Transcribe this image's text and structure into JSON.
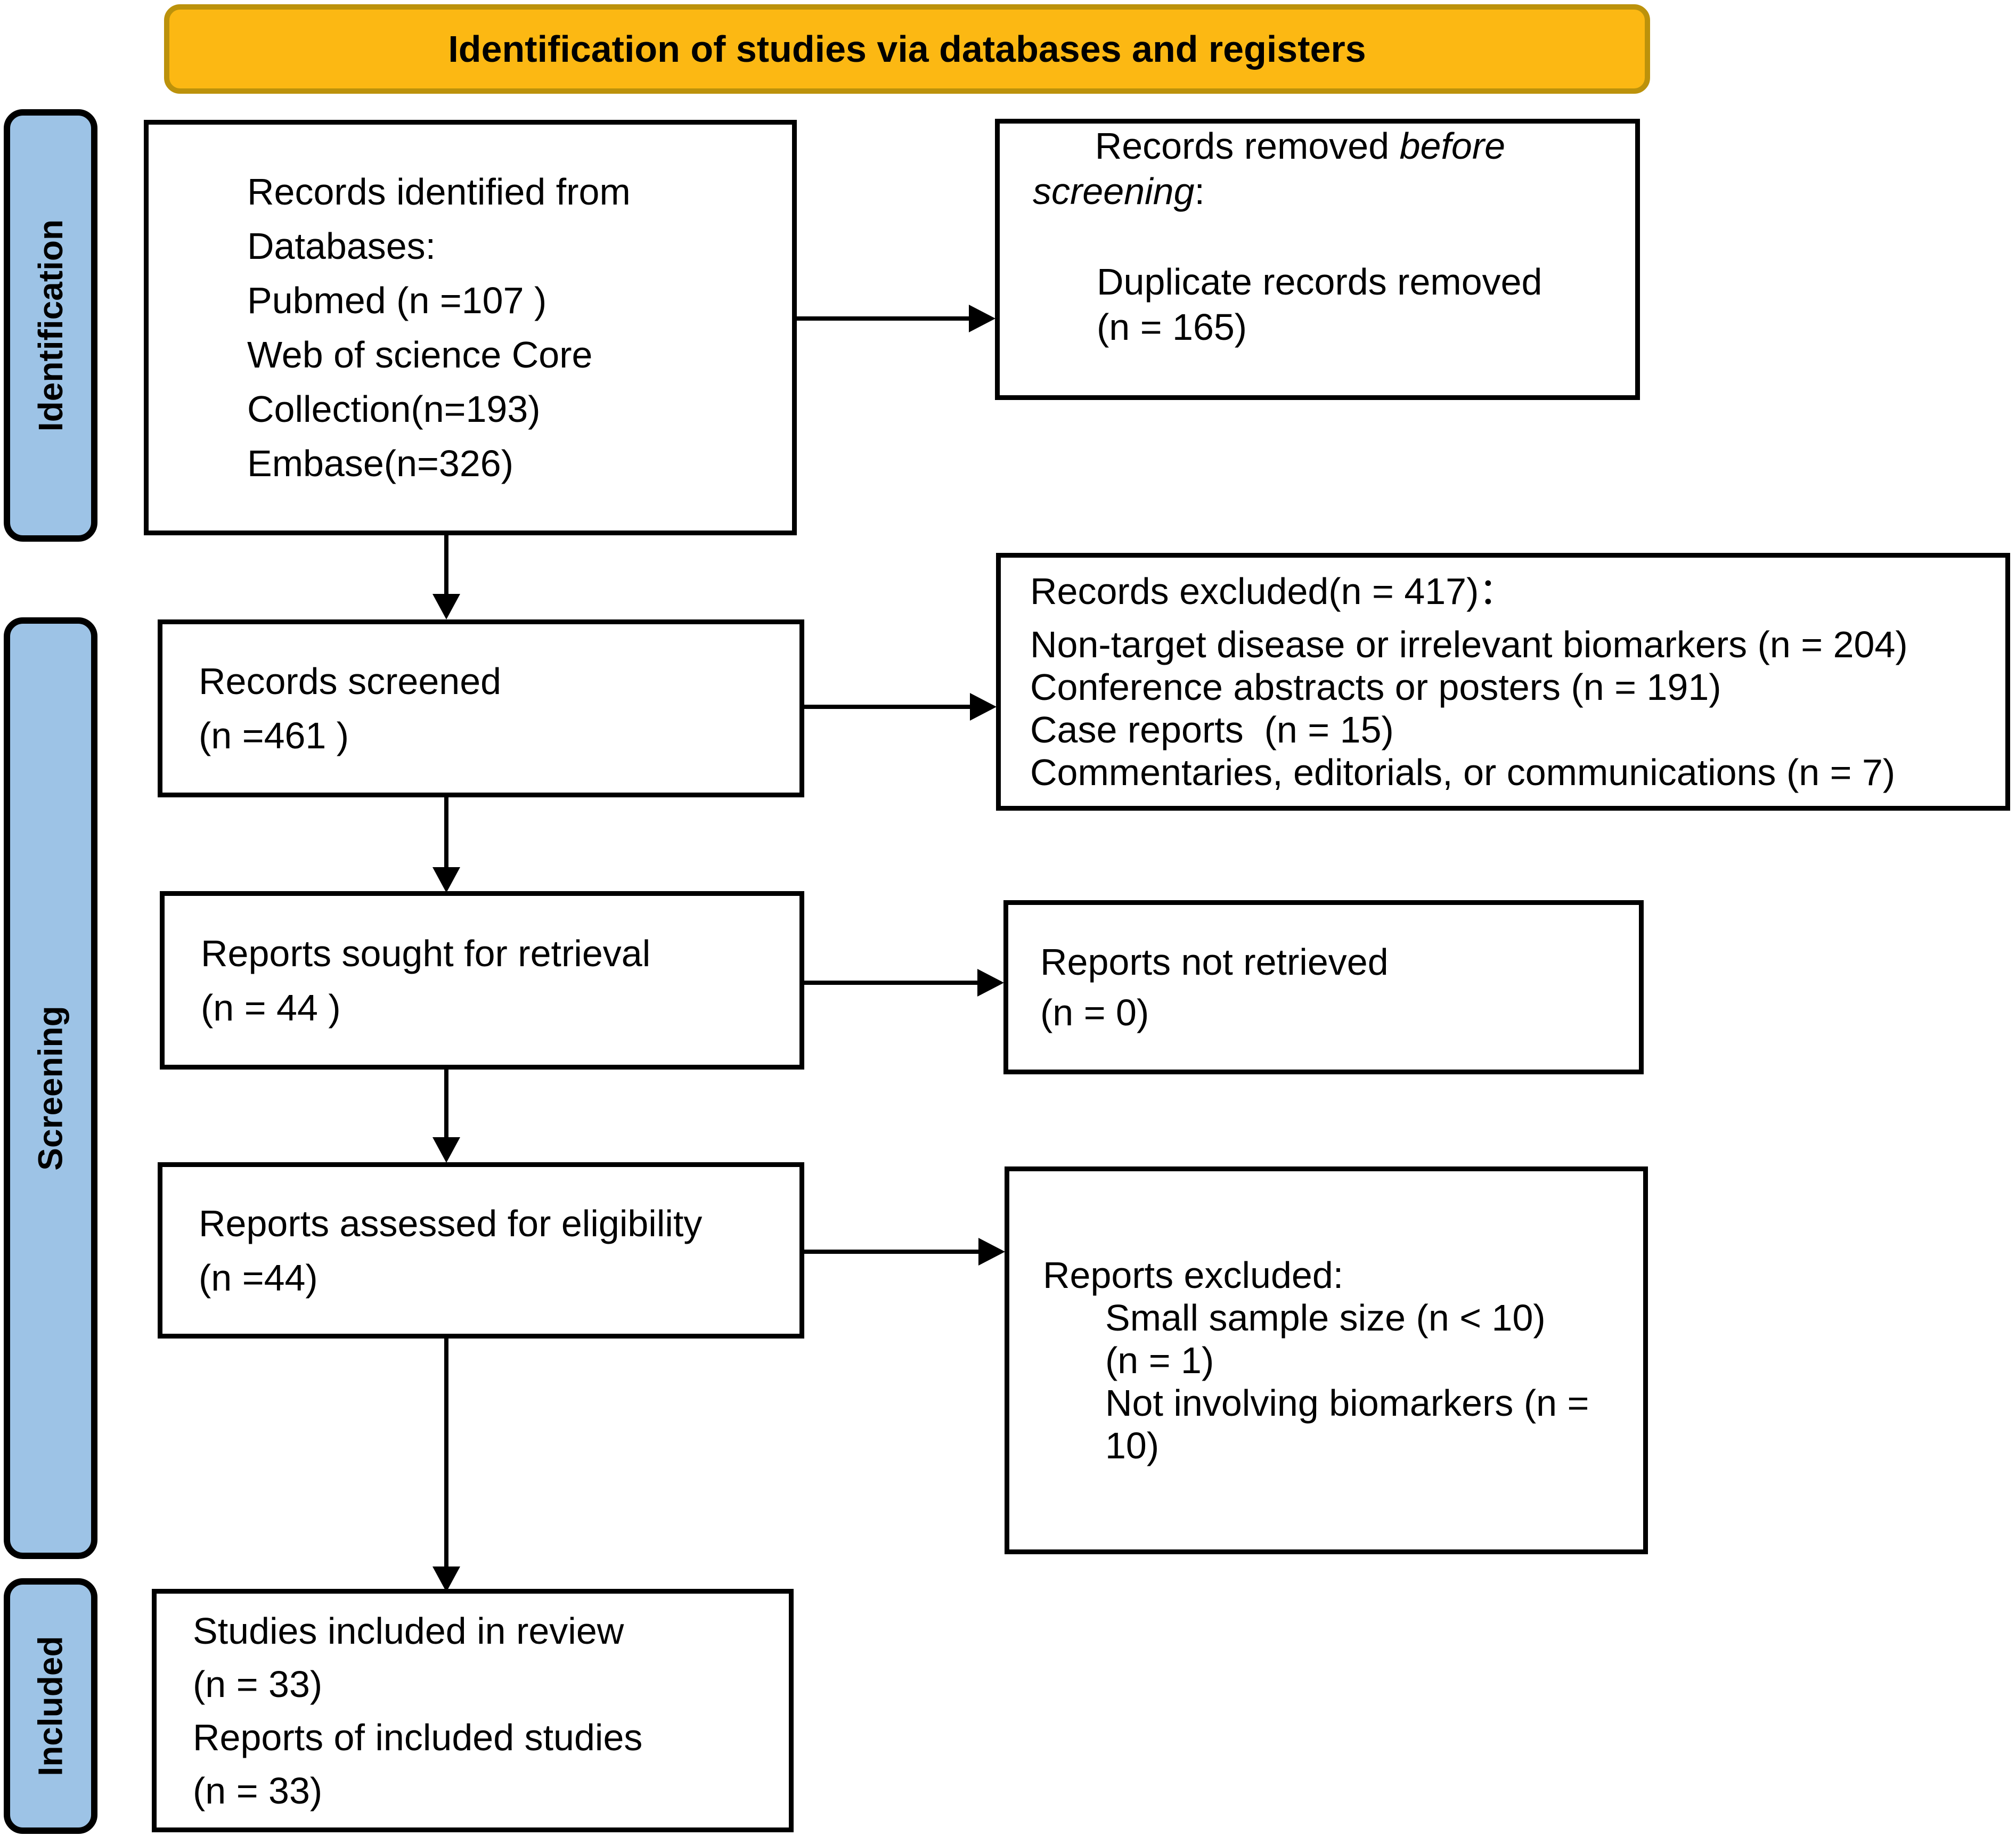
{
  "banner": {
    "label": "Identification of studies via databases and registers"
  },
  "sidebar": {
    "identification": "Identification",
    "screening": "Screening",
    "included": "Included"
  },
  "boxes": {
    "records_identified": "Records identified from\nDatabases:\nPubmed (n =107 )\nWeb of science Core\nCollection(n=193)\nEmbase(n=326)",
    "records_removed": {
      "prefix": "Records removed ",
      "italic": "before\nscreening",
      "suffix": ":",
      "detail": "Duplicate records removed\n(n = 165)"
    },
    "records_screened": "Records screened\n(n =461 )",
    "records_excluded": {
      "header": "Records excluded(n = 417)：",
      "items": "Non-target disease or irrelevant biomarkers (n = 204)\nConference abstracts or posters (n = 191)\nCase reports  (n = 15)\nCommentaries, editorials, or communications (n = 7)"
    },
    "reports_sought": "Reports sought for retrieval\n(n = 44 )",
    "reports_not_retrieved": "Reports not retrieved\n(n = 0)",
    "reports_assessed": "Reports assessed for eligibility\n(n =44)",
    "reports_excluded": {
      "header": "Reports excluded:",
      "detail": "Small sample size (n < 10)\n(n = 1)\nNot involving biomarkers (n =\n10)"
    },
    "studies_included": "Studies included in review\n(n = 33)\nReports of included studies\n(n = 33)"
  },
  "colors": {
    "banner_fill": "#FCB813",
    "banner_border": "#BC920B",
    "sidebar_fill": "#9DC3E6",
    "box_border": "#000000",
    "box_background": "#FFFFFF",
    "text": "#000000"
  }
}
